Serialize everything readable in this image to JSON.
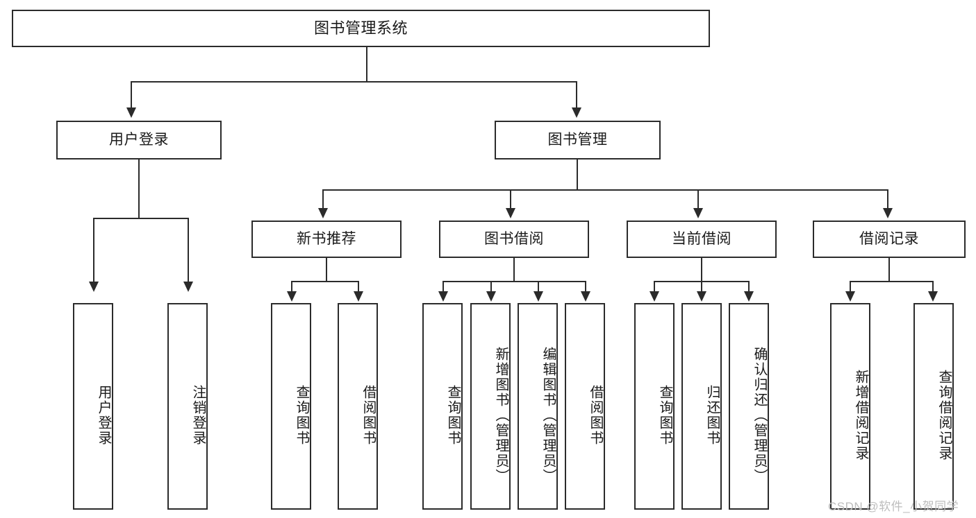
{
  "diagram": {
    "type": "tree-hierarchy",
    "title": "图书管理系统",
    "levels": 4,
    "watermark": "CSDN @软件_小贺同学",
    "colors": {
      "box_border": "#2b2b2b",
      "box_fill": "#ffffff",
      "text": "#1a1a1a",
      "connector": "#2b2b2b",
      "watermark": "#bdbdbd",
      "background": "#ffffff"
    },
    "root": {
      "label": "图书管理系统"
    },
    "level2": [
      {
        "label": "用户登录"
      },
      {
        "label": "图书管理"
      }
    ],
    "level3": [
      {
        "label": "新书推荐"
      },
      {
        "label": "图书借阅"
      },
      {
        "label": "当前借阅"
      },
      {
        "label": "借阅记录"
      }
    ],
    "leaves_user_login": [
      {
        "label": "用户登录"
      },
      {
        "label": "注销登录"
      }
    ],
    "leaves_new_books": [
      {
        "label": "查询图书"
      },
      {
        "label": "借阅图书"
      }
    ],
    "leaves_borrow": [
      {
        "label": "查询图书"
      },
      {
        "label": "新增图书（管理员）"
      },
      {
        "label": "编辑图书（管理员）"
      },
      {
        "label": "借阅图书"
      }
    ],
    "leaves_current": [
      {
        "label": "查询图书"
      },
      {
        "label": "归还图书"
      },
      {
        "label": "确认归还（管理员）"
      }
    ],
    "leaves_records": [
      {
        "label": "新增借阅记录"
      },
      {
        "label": "查询借阅记录"
      }
    ]
  }
}
